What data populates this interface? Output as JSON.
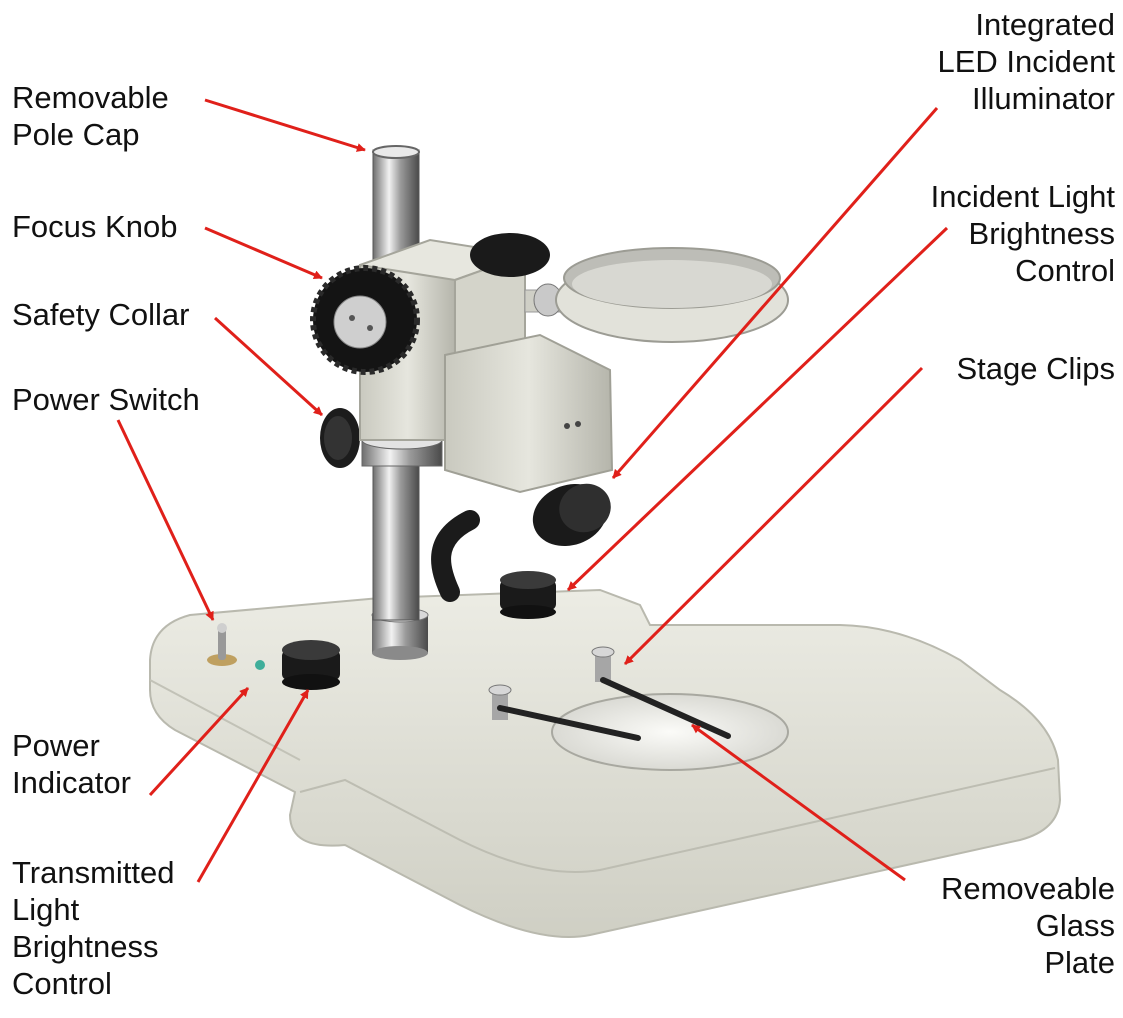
{
  "colors": {
    "arrow": "#e0201a",
    "base": "#dcdcd2",
    "chrome": "#c8c8c8",
    "knob": "#1a1a1a"
  },
  "labels": {
    "pole_cap": [
      "Removable",
      "Pole Cap"
    ],
    "focus_knob": [
      "Focus Knob"
    ],
    "safety_collar": [
      "Safety Collar"
    ],
    "power_switch": [
      "Power Switch"
    ],
    "power_indicator": [
      "Power",
      "Indicator"
    ],
    "transmitted_control": [
      "Transmitted",
      "Light",
      "Brightness",
      "Control"
    ],
    "led_illuminator": [
      "Integrated",
      "LED Incident",
      "Illuminator"
    ],
    "incident_control": [
      "Incident Light",
      "Brightness",
      "Control"
    ],
    "stage_clips": [
      "Stage Clips"
    ],
    "glass_plate": [
      "Removeable",
      "Glass",
      "Plate"
    ]
  }
}
